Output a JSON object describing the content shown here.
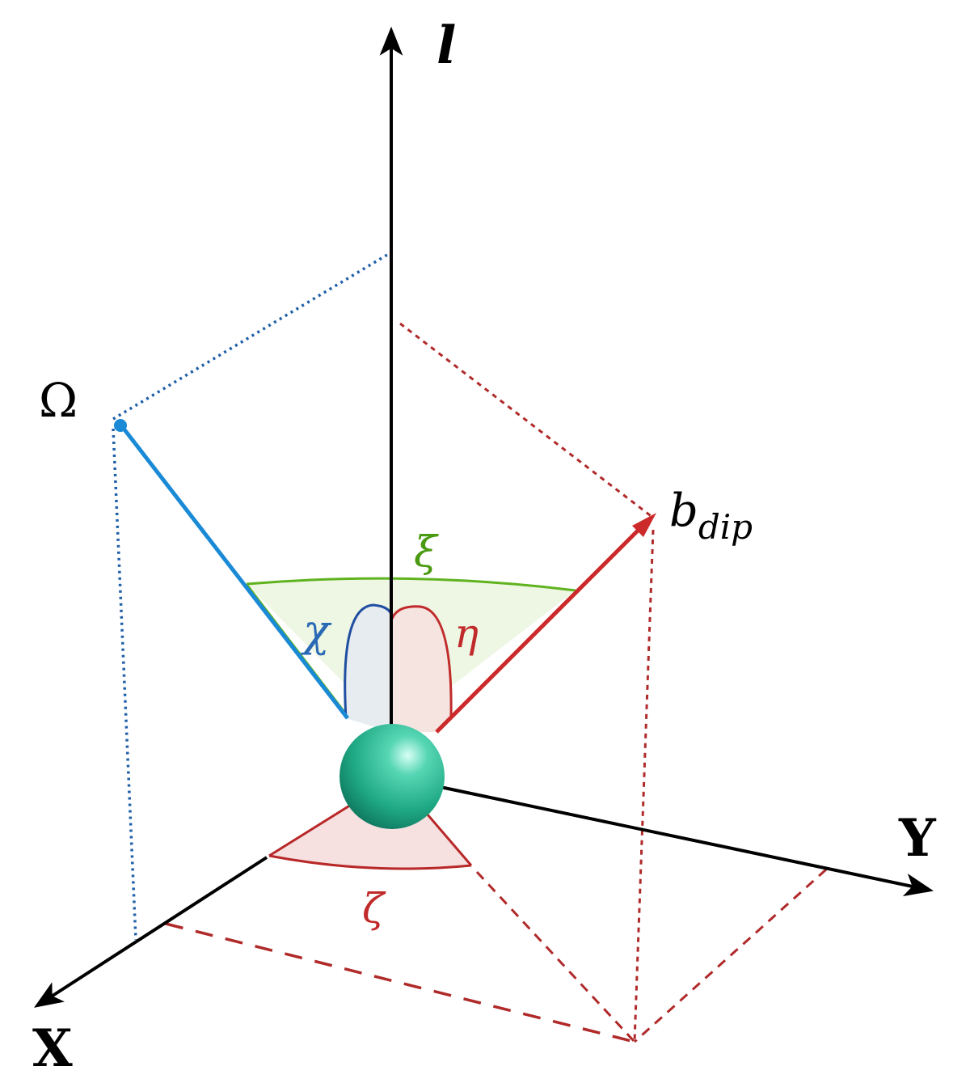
{
  "colors": {
    "axis": "#000000",
    "omega": "#1a8ad6",
    "omega_dotted": "#1f5fa8",
    "bdip": "#cc2a2a",
    "bdip_dashed": "#b02a2a",
    "xi": "#5fb31f",
    "xi_fill": "#eef6e4",
    "chi_fill": "#e6ecf0",
    "eta_fill": "#f6e4e0",
    "zeta": "#b82828",
    "zeta_fill": "#f7e0e0",
    "sphere": "#25b795"
  },
  "labels": {
    "l_axis": "l",
    "x_axis": "X",
    "y_axis": "Y",
    "omega": "Ω",
    "b_main": "b",
    "b_sub": "dip",
    "xi": "ξ",
    "chi": "χ",
    "eta": "η",
    "zeta": "ζ"
  }
}
